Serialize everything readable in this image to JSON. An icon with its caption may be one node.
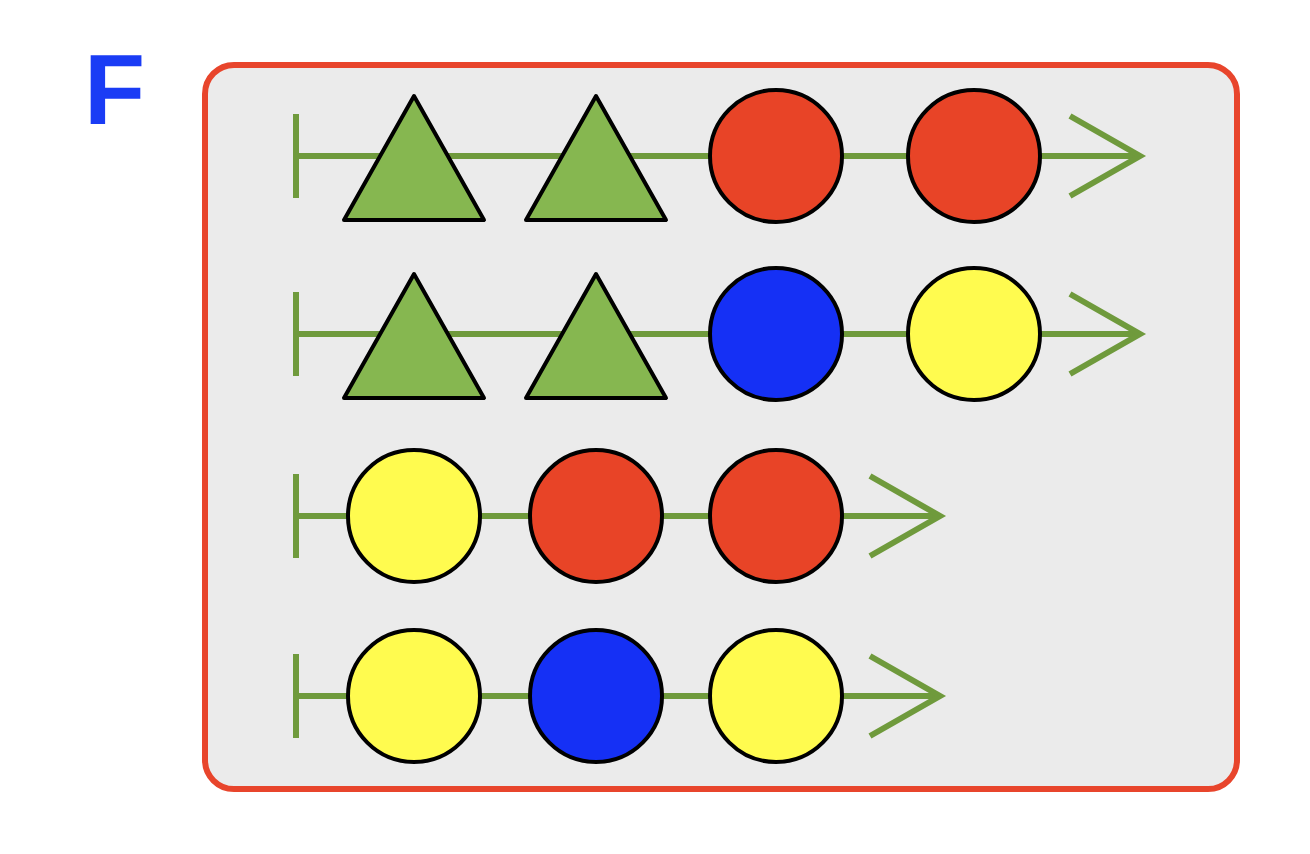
{
  "diagram": {
    "nodes": [
      {
        "text": [],
        "shape": "box"
      },
      {
        "text": [],
        "shape": "triangle",
        "in": 0
      },
      {
        "text": [],
        "shape": "triangle",
        "in": 0
      },
      {
        "text": [],
        "shape": "circle",
        "in": 0
      },
      {
        "text": [],
        "shape": "circle",
        "in": 0
      },
      {
        "text": [],
        "shape": "triangle",
        "in": 0
      },
      {
        "text": [],
        "shape": "triangle",
        "in": 0
      },
      {
        "text": [],
        "shape": "circle",
        "in": 0
      },
      {
        "text": [],
        "shape": "circle",
        "in": 0
      },
      {
        "text": [],
        "shape": "circle",
        "in": 0
      },
      {
        "text": [],
        "shape": "circle",
        "in": 0
      },
      {
        "text": [],
        "shape": "circle",
        "in": 0
      },
      {
        "text": [],
        "shape": "circle",
        "in": 0
      },
      {
        "text": [],
        "shape": "circle",
        "in": 0
      },
      {
        "text": [],
        "shape": "circle",
        "in": 0
      }
    ],
    "edges": [
      {
        "from": null,
        "to": 1,
        "arrow": "other"
      },
      {
        "from": 1,
        "to": 2,
        "arrow": "none"
      },
      {
        "from": 2,
        "to": 3,
        "arrow": "none"
      },
      {
        "from": 3,
        "to": 4,
        "arrow": "none"
      },
      {
        "from": 4,
        "to": null,
        "arrow": "to"
      },
      {
        "from": null,
        "to": 5,
        "arrow": "other"
      },
      {
        "from": 5,
        "to": 6,
        "arrow": "none"
      },
      {
        "from": 6,
        "to": 7,
        "arrow": "none"
      },
      {
        "from": 7,
        "to": 8,
        "arrow": "none"
      },
      {
        "from": 8,
        "to": null,
        "arrow": "to"
      },
      {
        "from": null,
        "to": 9,
        "arrow": "other"
      },
      {
        "from": 9,
        "to": 10,
        "arrow": "none"
      },
      {
        "from": 10,
        "to": 11,
        "arrow": "none"
      },
      {
        "from": 11,
        "to": null,
        "arrow": "to"
      },
      {
        "from": null,
        "to": 12,
        "arrow": "other"
      },
      {
        "from": 12,
        "to": 13,
        "arrow": "none"
      },
      {
        "from": 13,
        "to": 14,
        "arrow": "none"
      },
      {
        "from": 14,
        "to": null,
        "arrow": "to"
      }
    ],
    "labels": [
      "F"
    ]
  }
}
